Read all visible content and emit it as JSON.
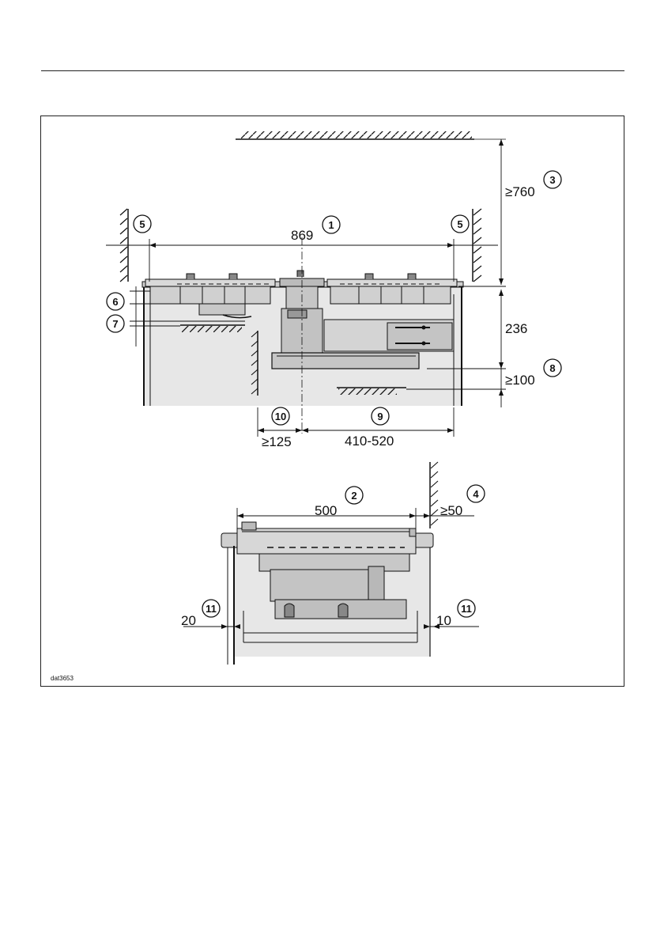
{
  "figure": {
    "code": "dat3653",
    "top_view": {
      "dimensions": {
        "width": "869",
        "hood_clearance": "≥760",
        "depth": "236",
        "under_clearance": "≥100",
        "left_clearance": "≥125",
        "right_range": "410-520"
      }
    },
    "side_view": {
      "dimensions": {
        "width": "500",
        "wall_clearance": "≥50",
        "left_gap": "20",
        "right_gap": "10"
      }
    },
    "callouts": [
      "1",
      "2",
      "3",
      "4",
      "5",
      "5",
      "6",
      "7",
      "8",
      "9",
      "10",
      "11",
      "11"
    ]
  }
}
